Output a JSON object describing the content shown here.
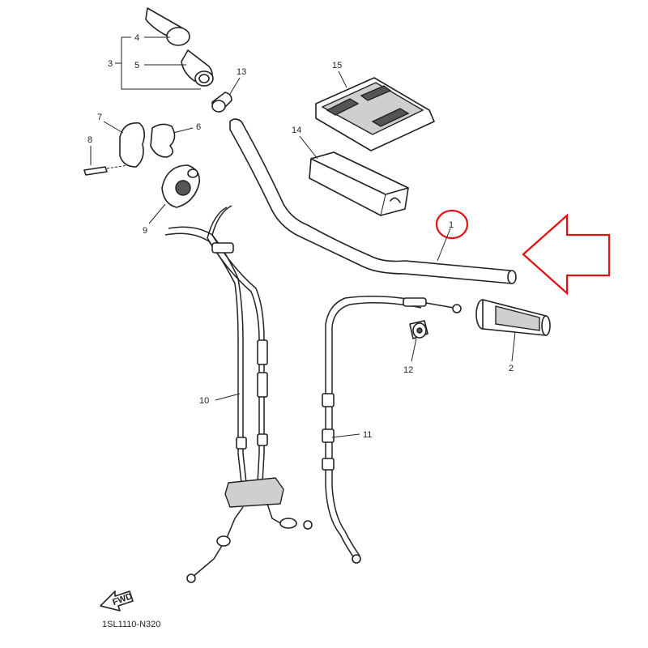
{
  "callouts": [
    {
      "id": "1",
      "text": "1"
    },
    {
      "id": "2",
      "text": "2"
    },
    {
      "id": "3",
      "text": "3"
    },
    {
      "id": "4",
      "text": "4"
    },
    {
      "id": "5",
      "text": "5"
    },
    {
      "id": "6",
      "text": "6"
    },
    {
      "id": "7",
      "text": "7"
    },
    {
      "id": "8",
      "text": "8"
    },
    {
      "id": "9",
      "text": "9"
    },
    {
      "id": "10",
      "text": "10"
    },
    {
      "id": "11",
      "text": "11"
    },
    {
      "id": "12",
      "text": "12"
    },
    {
      "id": "13",
      "text": "13"
    },
    {
      "id": "14",
      "text": "14"
    },
    {
      "id": "15",
      "text": "15"
    }
  ],
  "fwd_label": "FWD",
  "diagram_code": "1SL1110-N320",
  "highlight_color": "#e01010",
  "line_color": "#222222"
}
